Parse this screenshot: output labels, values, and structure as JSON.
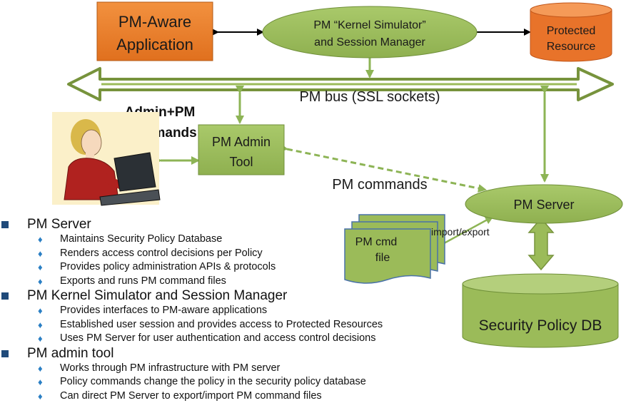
{
  "nodes": {
    "pm_aware_app": "PM-Aware Application",
    "kernel_simulator": "PM “Kernel Simulator” and Session Manager",
    "protected_resource": "Protected Resource",
    "pm_admin_tool": "PM Admin Tool",
    "pm_server": "PM Server",
    "pm_cmd_file": "PM cmd file",
    "security_policy_db": "Security Policy DB"
  },
  "labels": {
    "pm_bus": "PM bus (SSL sockets)",
    "admin_commands": "Admin+PM Commands",
    "pm_commands": "PM commands",
    "import_export": "import/export"
  },
  "colors": {
    "orange": "#ee7b2c",
    "green": "#9bbb59",
    "arrow_green": "#77933c",
    "bullet_square": "#1f4a7a",
    "bullet_diamond": "#2a7fc4"
  },
  "bullets": [
    {
      "title": "PM Server",
      "items": [
        "Maintains Security Policy Database",
        "Renders access control decisions per Policy",
        "Provides policy administration APIs & protocols",
        "Exports and runs PM command files"
      ]
    },
    {
      "title": "PM Kernel Simulator and Session Manager",
      "items": [
        "Provides interfaces to PM-aware applications",
        "Established user session and provides access to Protected Resources",
        "Uses PM Server for user authentication and access control decisions"
      ]
    },
    {
      "title": "PM admin tool",
      "items": [
        "Works through PM infrastructure with PM server",
        "Policy commands change the policy in the security policy database",
        "Can direct PM Server to export/import PM command files"
      ]
    }
  ]
}
